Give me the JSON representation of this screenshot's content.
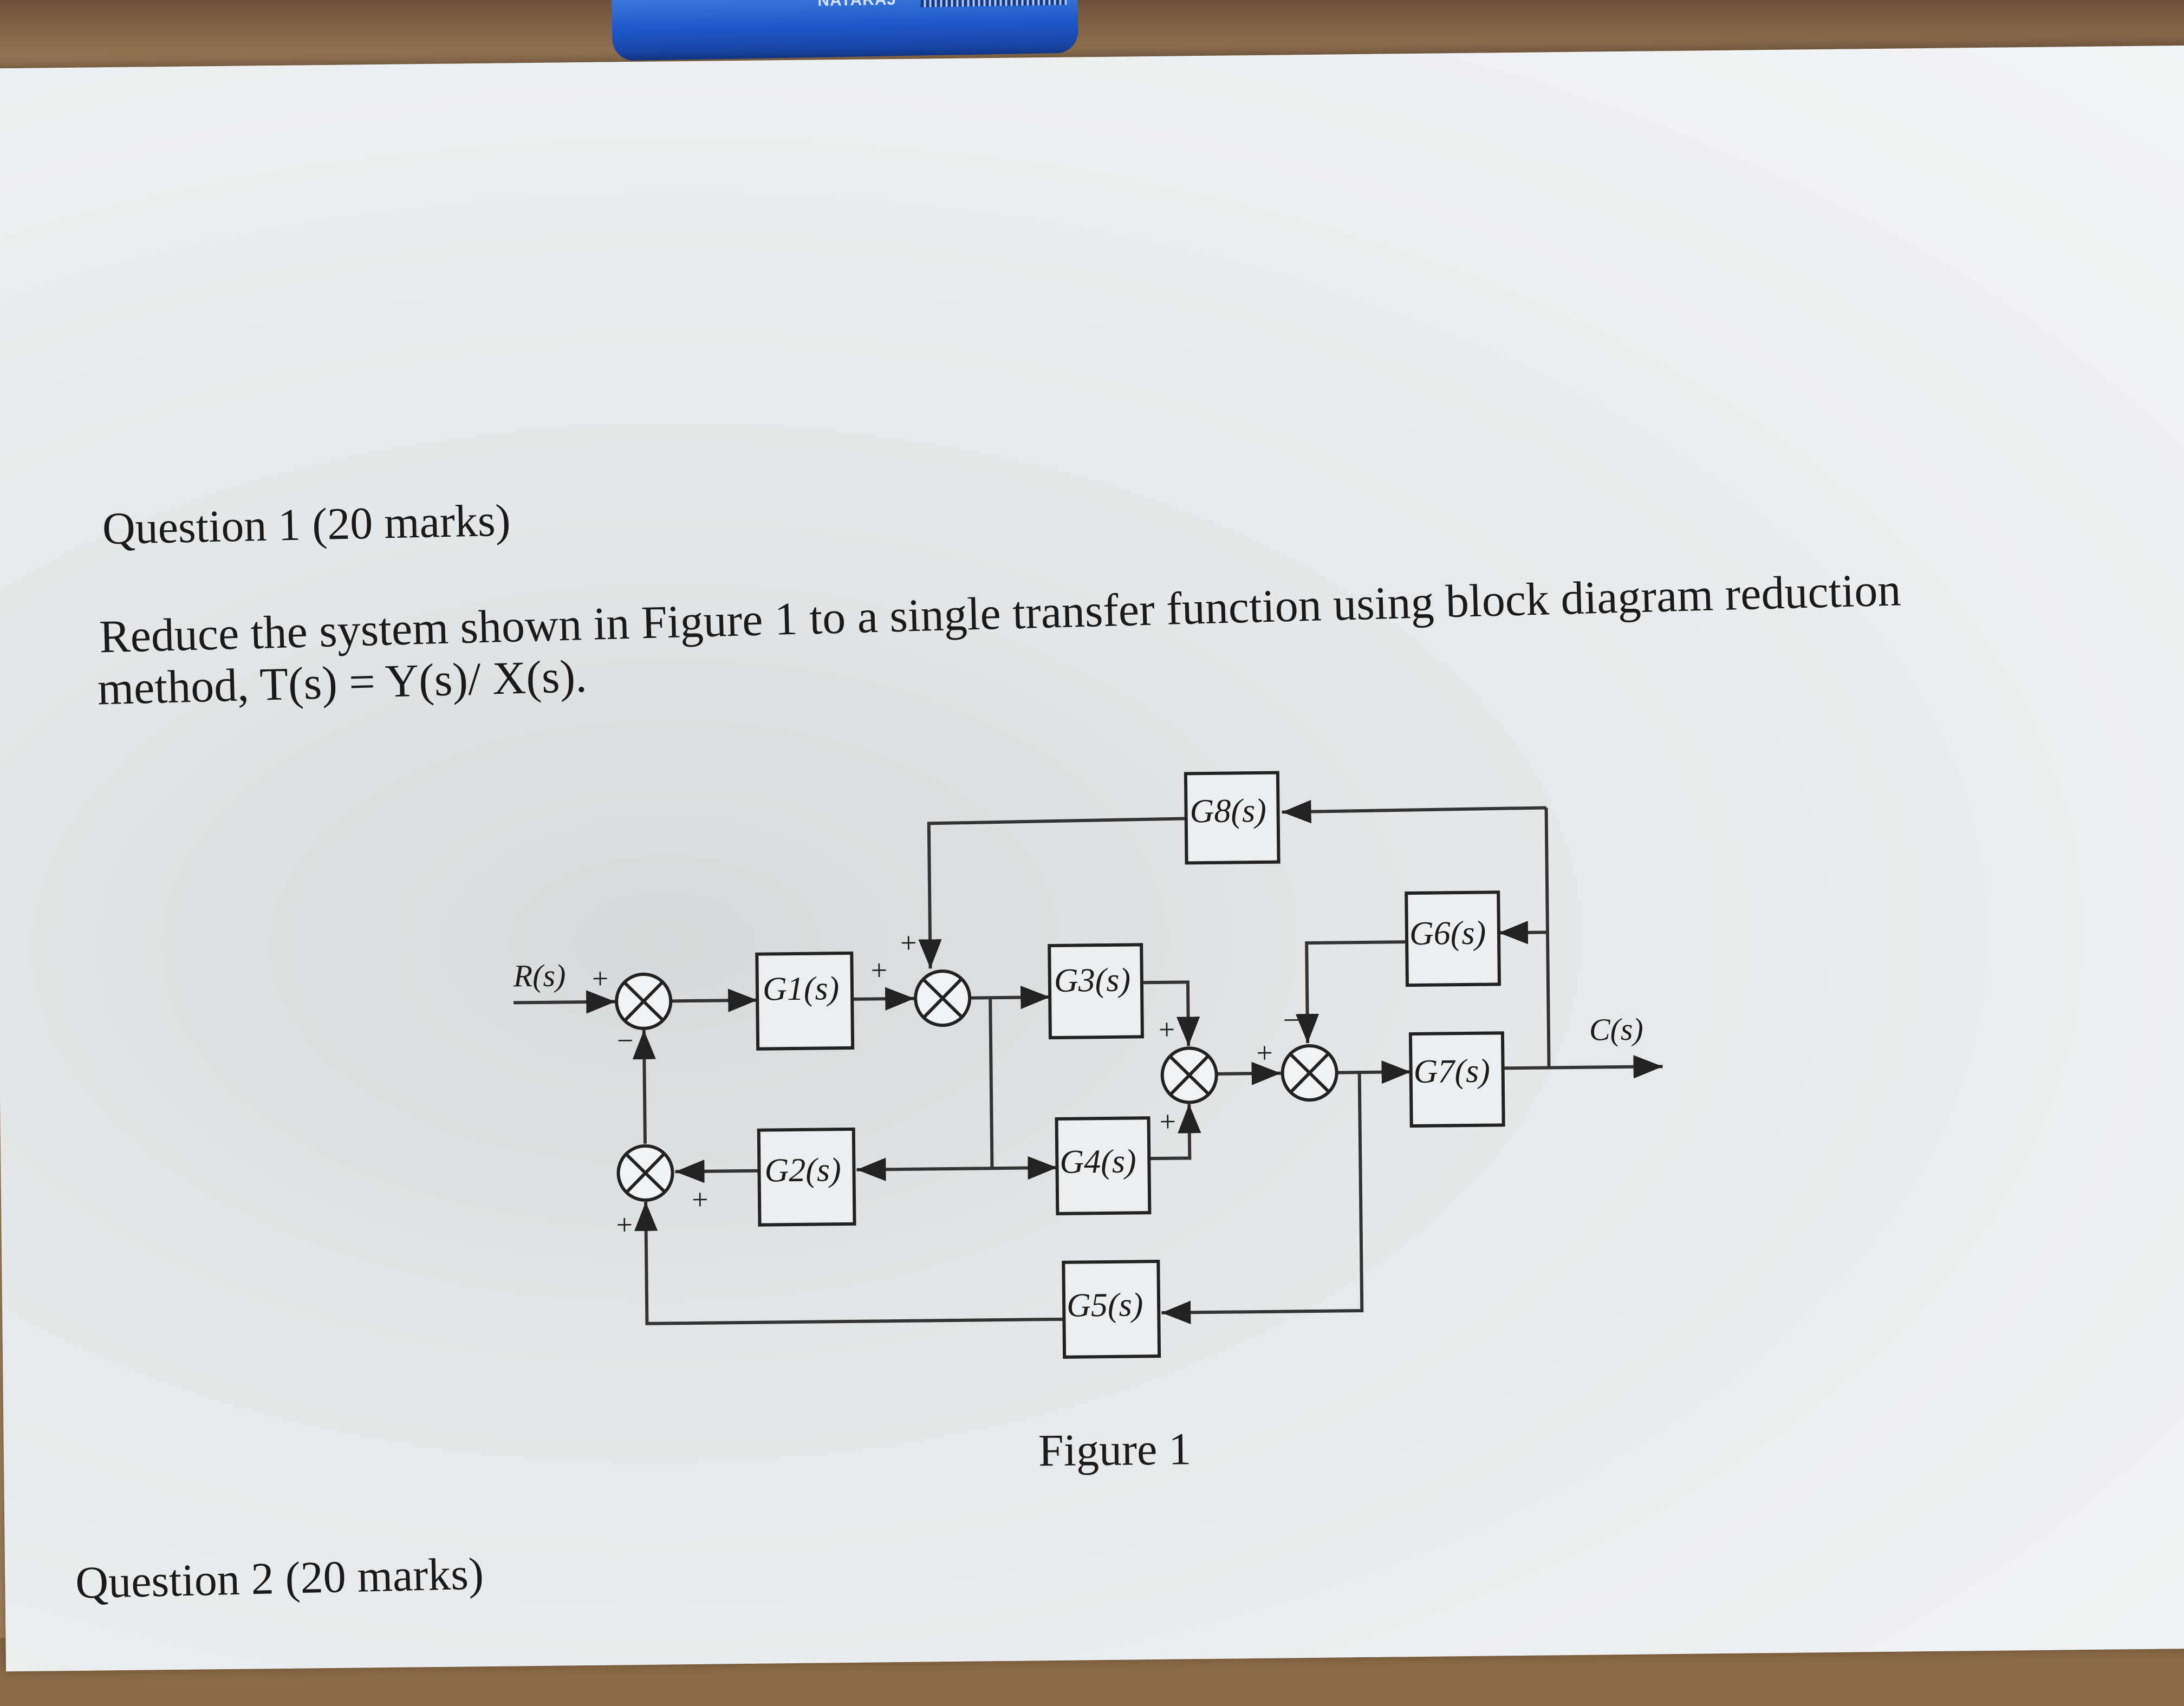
{
  "question1": {
    "title": "Question 1 (20 marks)",
    "body_line1": "Reduce the system shown in Figure 1 to a single transfer function using block diagram reduction",
    "body_line2": "method, T(s) = Y(s)/ X(s)."
  },
  "figure": {
    "caption": "Figure 1",
    "input_label": "R(s)",
    "output_label": "C(s)",
    "blocks": [
      {
        "id": "G1",
        "label": "G1(s)"
      },
      {
        "id": "G2",
        "label": "G2(s)"
      },
      {
        "id": "G3",
        "label": "G3(s)"
      },
      {
        "id": "G4",
        "label": "G4(s)"
      },
      {
        "id": "G5",
        "label": "G5(s)"
      },
      {
        "id": "G6",
        "label": "G6(s)"
      },
      {
        "id": "G7",
        "label": "G7(s)"
      },
      {
        "id": "G8",
        "label": "G8(s)"
      }
    ],
    "signs": {
      "s1_input": "+",
      "s1_feedback": "−",
      "s2_input": "+",
      "s2_feedback": "+",
      "s3_left": "+",
      "s3_bottom": "+",
      "s4_top": "+",
      "s4_bottom": "+",
      "s5_left": "+",
      "s5_top": "−"
    }
  },
  "question2": {
    "title": "Question 2 (20 marks)"
  },
  "pen": {
    "brand": "NATARAJ"
  }
}
